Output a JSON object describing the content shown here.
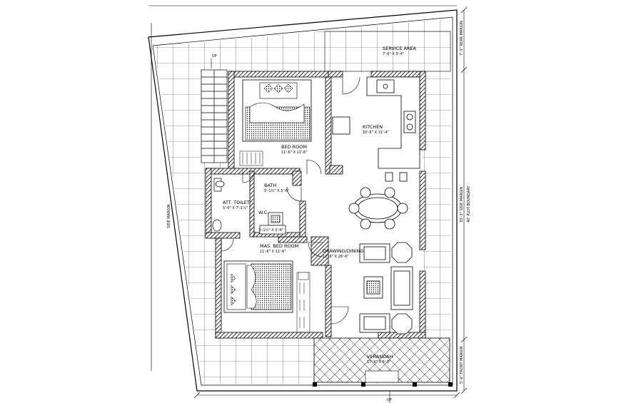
{
  "rooms": {
    "service_area": {
      "name": "SERVICE AREA",
      "size": "7'-6\" X 9'-4\""
    },
    "kitchen": {
      "name": "KITCHEN",
      "size": "10'-6\" X 11'-4\""
    },
    "bedroom": {
      "name": "BED ROOM",
      "size": "11'-6\" X 11'-6\""
    },
    "bath": {
      "name": "BATH",
      "size": "5'-1½\" X 5'-6\""
    },
    "att_toilet": {
      "name": "ATT. TOILET",
      "size": "5'-6\" X 7'-1½\""
    },
    "wc": {
      "name": "W.C.",
      "size": "3'-1½\" X 3'-6\""
    },
    "master_bedroom": {
      "name": "MAS. BED ROOM",
      "size": "11'-6\" X 11'-6\""
    },
    "drawing_dining": {
      "name": "DRAWING/DINING",
      "size": "12'-6\" X 26'-6\""
    },
    "verandah": {
      "name": "VERANDAH",
      "size": "17'-6\" X 6'-0\""
    }
  },
  "labels": {
    "up_top": "UP",
    "up_bottom": "UP",
    "rear_margin": "7'-3\" REAR MARGIN",
    "side_margin": "33'-3\" SIDE MARGIN",
    "plot_boundary": "40' PLOT BOUNDARY",
    "front_margin": "5'-6\" FRONT MARGIN",
    "left_margin": "SIDE MARGIN"
  }
}
